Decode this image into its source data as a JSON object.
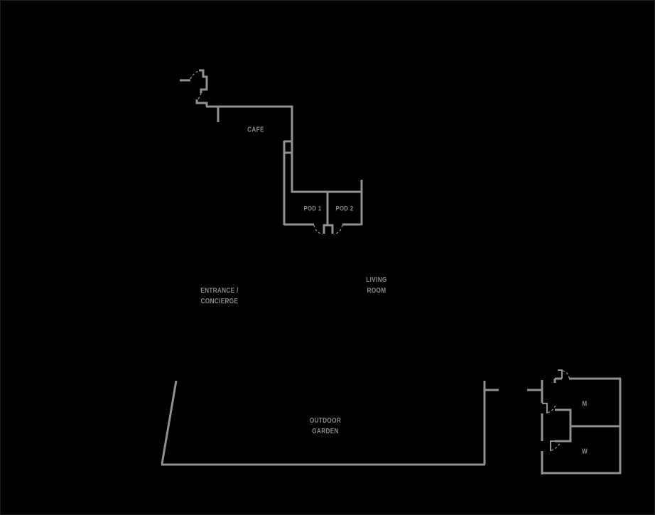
{
  "meta": {
    "type": "floor-plan",
    "background_color": "#000000",
    "wall_color": "#919191",
    "label_color": "#8a8a8a"
  },
  "rooms": [
    {
      "id": "cafe",
      "label": "CAFE"
    },
    {
      "id": "pod-1",
      "label": "POD 1"
    },
    {
      "id": "pod-2",
      "label": "POD 2"
    },
    {
      "id": "living-room",
      "line1": "LIVING",
      "line2": "ROOM"
    },
    {
      "id": "entrance-concierge",
      "line1": "ENTRANCE /",
      "line2": "CONCIERGE"
    },
    {
      "id": "outdoor-garden",
      "line1": "OUTDOOR",
      "line2": "GARDEN"
    },
    {
      "id": "restroom-men",
      "label": "M"
    },
    {
      "id": "restroom-women",
      "label": "W"
    }
  ]
}
